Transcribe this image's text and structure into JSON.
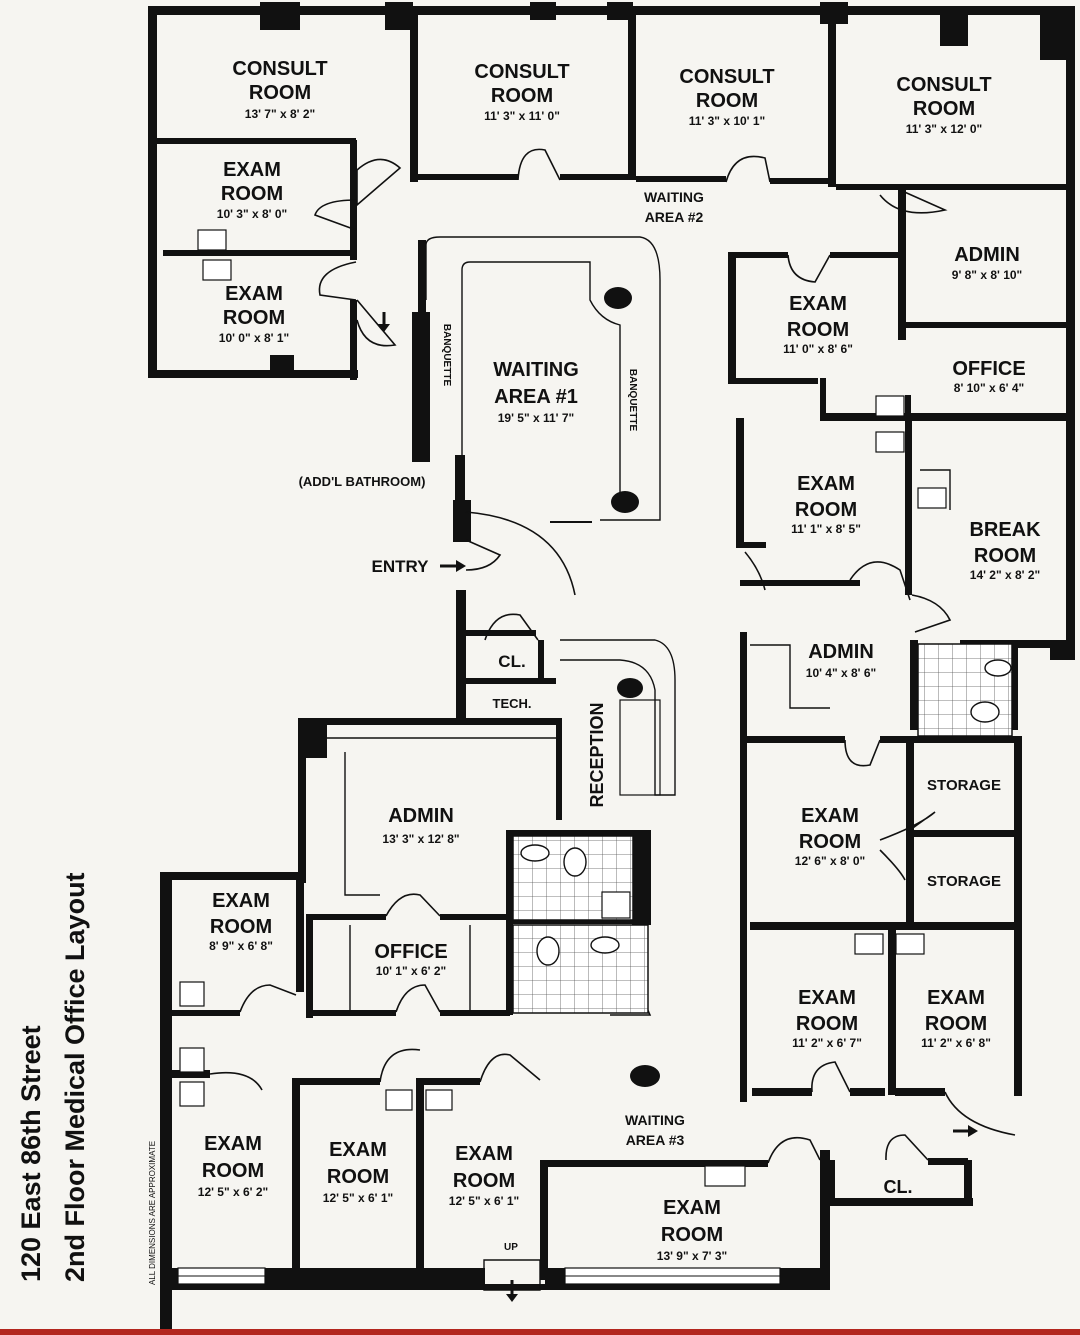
{
  "title": {
    "line1": "120 East 86th Street",
    "line2": "2nd Floor Medical Office Layout"
  },
  "note": "ALL DIMENSIONS ARE APPROXIMATE",
  "rooms": {
    "consult1": {
      "name1": "CONSULT",
      "name2": "ROOM",
      "dim": "13' 7\" x 8' 2\""
    },
    "consult2": {
      "name1": "CONSULT",
      "name2": "ROOM",
      "dim": "11' 3\" x 11' 0\""
    },
    "consult3": {
      "name1": "CONSULT",
      "name2": "ROOM",
      "dim": "11' 3\" x 10' 1\""
    },
    "consult4": {
      "name1": "CONSULT",
      "name2": "ROOM",
      "dim": "11' 3\" x 12' 0\""
    },
    "exam_nw1": {
      "name1": "EXAM",
      "name2": "ROOM",
      "dim": "10' 3\" x 8' 0\""
    },
    "exam_nw2": {
      "name1": "EXAM",
      "name2": "ROOM",
      "dim": "10' 0\" x 8' 1\""
    },
    "waiting2": {
      "name1": "WAITING",
      "name2": "AREA #2"
    },
    "admin_ne": {
      "name1": "ADMIN",
      "dim": "9' 8\" x 8' 10\""
    },
    "exam_ne": {
      "name1": "EXAM",
      "name2": "ROOM",
      "dim": "11' 0\" x 8' 6\""
    },
    "office_ne": {
      "name1": "OFFICE",
      "dim": "8' 10\" x 6' 4\""
    },
    "waiting1": {
      "name1": "WAITING",
      "name2": "AREA #1",
      "dim": "19' 5\" x 11' 7\""
    },
    "exam_e": {
      "name1": "EXAM",
      "name2": "ROOM",
      "dim": "11' 1\" x 8' 5\""
    },
    "break": {
      "name1": "BREAK",
      "name2": "ROOM",
      "dim": "14' 2\" x 8' 2\""
    },
    "admin_e": {
      "name1": "ADMIN",
      "dim": "10' 4\" x 8' 6\""
    },
    "admin_c": {
      "name1": "ADMIN",
      "dim": "13' 3\" x 12' 8\""
    },
    "exam_e2": {
      "name1": "EXAM",
      "name2": "ROOM",
      "dim": "12' 6\" x 8' 0\""
    },
    "exam_w": {
      "name1": "EXAM",
      "name2": "ROOM",
      "dim": "8' 9\" x 6' 8\""
    },
    "office_c": {
      "name1": "OFFICE",
      "dim": "10' 1\" x 6' 2\""
    },
    "exam_se1": {
      "name1": "EXAM",
      "name2": "ROOM",
      "dim": "11' 2\" x 6' 7\""
    },
    "exam_se2": {
      "name1": "EXAM",
      "name2": "ROOM",
      "dim": "11' 2\" x 6' 8\""
    },
    "exam_sw1": {
      "name1": "EXAM",
      "name2": "ROOM",
      "dim": "12' 5\" x 6' 2\""
    },
    "exam_sw2": {
      "name1": "EXAM",
      "name2": "ROOM",
      "dim": "12' 5\" x 6' 1\""
    },
    "exam_sw3": {
      "name1": "EXAM",
      "name2": "ROOM",
      "dim": "12' 5\" x 6' 1\""
    },
    "waiting3": {
      "name1": "WAITING",
      "name2": "AREA #3"
    },
    "exam_s": {
      "name1": "EXAM",
      "name2": "ROOM",
      "dim": "13' 9\" x 7' 3\""
    }
  },
  "labels": {
    "addl_bathroom": "(ADD'L BATHROOM)",
    "entry": "ENTRY",
    "closet_top": "CL.",
    "tech": "TECH.",
    "reception": "RECEPTION",
    "banquette": "BANQUETTE",
    "storage1": "STORAGE",
    "storage2": "STORAGE",
    "closet_bottom": "CL.",
    "up": "UP"
  },
  "colors": {
    "wall": "#111111",
    "paper": "#f6f5f1",
    "accent_strip": "#b3261e"
  }
}
